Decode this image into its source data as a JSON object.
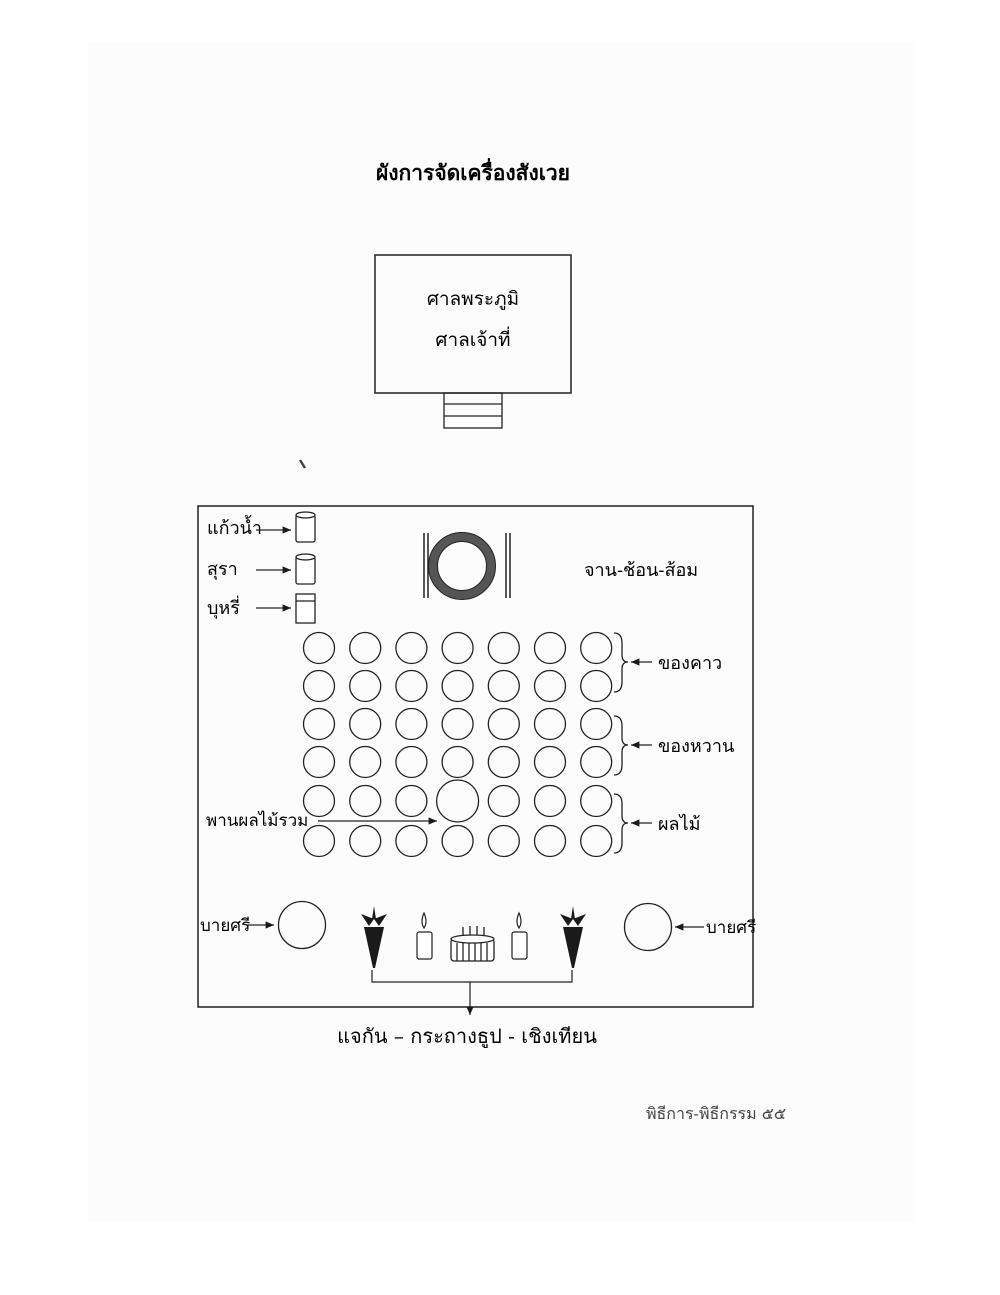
{
  "title": "ผังการจัดเครื่องสังเวย",
  "shrine": {
    "line1": "ศาลพระภูมิ",
    "line2": "ศาลเจ้าที่"
  },
  "table": {
    "left_items": [
      {
        "label": "แก้วน้ำ",
        "icon": "water-glass-icon"
      },
      {
        "label": "สุรา",
        "icon": "liquor-glass-icon"
      },
      {
        "label": "บุหรี่",
        "icon": "cigarette-pack-icon"
      }
    ],
    "plate_label": "จาน-ช้อน-ส้อม",
    "groups": [
      {
        "label": "ของคาว",
        "rows": 2
      },
      {
        "label": "ของหวาน",
        "rows": 2
      },
      {
        "label": "ผลไม้",
        "rows": 2
      }
    ],
    "dishes_per_row": 7,
    "fruit_tray_label": "พานผลไม้รวม",
    "baisri_left": "บายศรี",
    "baisri_right": "บายศรี",
    "bottom_caption": "แจกัน – กระถางธูป - เชิงเทียน"
  },
  "footer": "พิธีการ-พิธีกรรม ๕๕"
}
